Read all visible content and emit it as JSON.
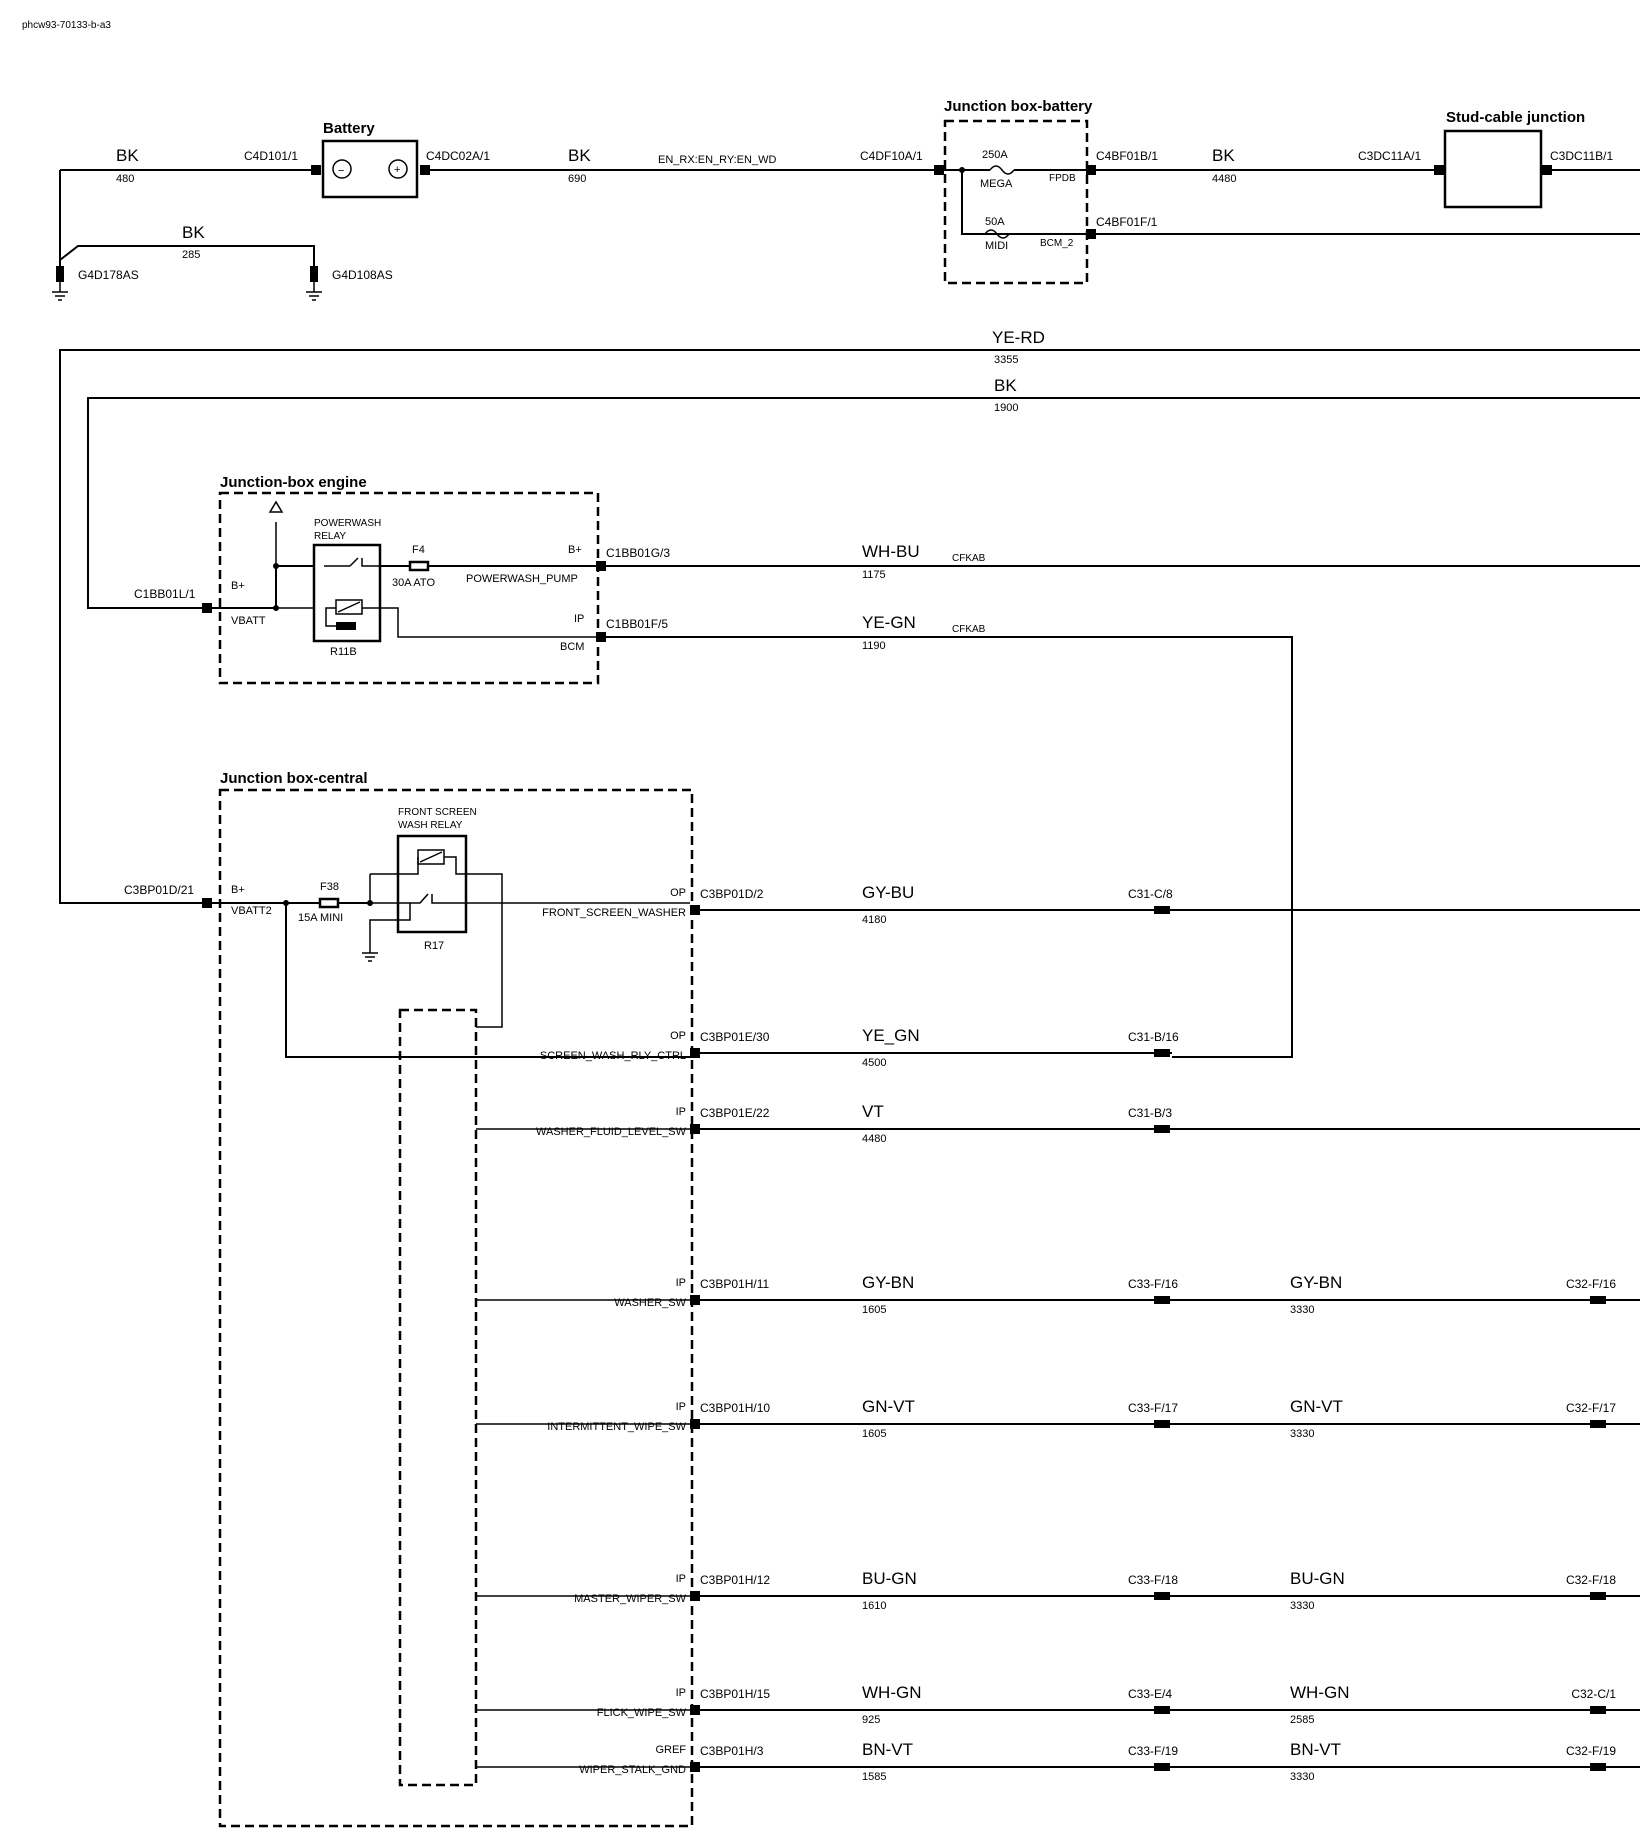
{
  "doc_id": "phcw93-70133-b-a3",
  "boxes": {
    "battery": "Battery",
    "jb_battery": "Junction box-battery",
    "stud": "Stud-cable junction",
    "jb_engine": "Junction-box engine",
    "jb_central": "Junction box-central"
  },
  "battery_terms": {
    "neg": "−",
    "pos": "+"
  },
  "fuses": {
    "f250": {
      "rating": "250A",
      "type": "MEGA",
      "out": "FPDB"
    },
    "f50": {
      "rating": "50A",
      "type": "MIDI",
      "out": "BCM_2"
    },
    "f4": {
      "name": "F4",
      "rating": "30A ATO"
    },
    "f38": {
      "name": "F38",
      "rating": "15A MINI"
    }
  },
  "relays": {
    "powerwash": {
      "title1": "POWERWASH",
      "title2": "RELAY",
      "id": "R11B"
    },
    "front_wash": {
      "title1": "FRONT SCREEN",
      "title2": "WASH RELAY",
      "id": "R17"
    }
  },
  "grounds": {
    "g1": "G4D178AS",
    "g2": "G4D108AS"
  },
  "top_wires": {
    "w480": {
      "color": "BK",
      "num": "480"
    },
    "w285": {
      "color": "BK",
      "num": "285"
    },
    "w690": {
      "color": "BK",
      "num": "690"
    },
    "w4480": {
      "color": "BK",
      "num": "4480"
    },
    "w3355": {
      "color": "YE-RD",
      "num": "3355"
    },
    "w1900": {
      "color": "BK",
      "num": "1900"
    },
    "en_rx": "EN_RX:EN_RY:EN_WD"
  },
  "top_connectors": {
    "c4d101": "C4D101/1",
    "c4dc02a": "C4DC02A/1",
    "c4df10a": "C4DF10A/1",
    "c4bf01b": "C4BF01B/1",
    "c4bf01f": "C4BF01F/1",
    "c3dc11a": "C3DC11A/1",
    "c3dc11b": "C3DC11B/1"
  },
  "engine": {
    "input_conn": "C1BB01L/1",
    "bplus": "B+",
    "vbatt": "VBATT",
    "pump": {
      "dir": "B+",
      "pin": "POWERWASH_PUMP",
      "conn": "C1BB01G/3",
      "color": "WH-BU",
      "num": "1175",
      "harness": "CFKAB"
    },
    "bcm": {
      "dir": "IP",
      "pin": "BCM",
      "conn": "C1BB01F/5",
      "color": "YE-GN",
      "num": "1190",
      "harness": "CFKAB"
    }
  },
  "central": {
    "input_conn": "C3BP01D/21",
    "bplus": "B+",
    "vbatt": "VBATT2",
    "rows": [
      {
        "dir": "OP",
        "pin": "FRONT_SCREEN_WASHER",
        "conn": "C3BP01D/2",
        "color": "GY-BU",
        "num": "4180",
        "inline": "C31-C/8"
      },
      {
        "dir": "OP",
        "pin": "SCREEN_WASH_RLY_CTRL",
        "conn": "C3BP01E/30",
        "color": "YE_GN",
        "num": "4500",
        "inline": "C31-B/16"
      },
      {
        "dir": "IP",
        "pin": "WASHER_FLUID_LEVEL_SW",
        "conn": "C3BP01E/22",
        "color": "VT",
        "num": "4480",
        "inline": "C31-B/3"
      },
      {
        "dir": "IP",
        "pin": "WASHER_SW",
        "conn": "C3BP01H/11",
        "color": "GY-BN",
        "num": "1605",
        "inline": "C33-F/16",
        "color2": "GY-BN",
        "num2": "3330",
        "end": "C32-F/16"
      },
      {
        "dir": "IP",
        "pin": "INTERMITTENT_WIPE_SW",
        "conn": "C3BP01H/10",
        "color": "GN-VT",
        "num": "1605",
        "inline": "C33-F/17",
        "color2": "GN-VT",
        "num2": "3330",
        "end": "C32-F/17"
      },
      {
        "dir": "IP",
        "pin": "MASTER_WIPER_SW",
        "conn": "C3BP01H/12",
        "color": "BU-GN",
        "num": "1610",
        "inline": "C33-F/18",
        "color2": "BU-GN",
        "num2": "3330",
        "end": "C32-F/18"
      },
      {
        "dir": "IP",
        "pin": "FLICK_WIPE_SW",
        "conn": "C3BP01H/15",
        "color": "WH-GN",
        "num": "925",
        "inline": "C33-E/4",
        "color2": "WH-GN",
        "num2": "2585",
        "end": "C32-C/1"
      },
      {
        "dir": "GREF",
        "pin": "WIPER_STALK_GND",
        "conn": "C3BP01H/3",
        "color": "BN-VT",
        "num": "1585",
        "inline": "C33-F/19",
        "color2": "BN-VT",
        "num2": "3330",
        "end": "C32-F/19"
      }
    ]
  }
}
